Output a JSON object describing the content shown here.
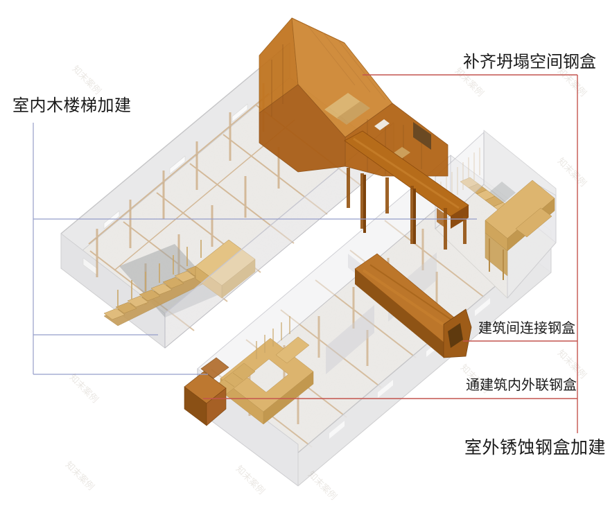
{
  "diagram": {
    "type": "axonometric-architecture-annotation",
    "annotations": {
      "interior_wood_stairs": "室内木楼梯加建",
      "collapsed_space_box": "补齐坍塌空间钢盒",
      "inter_building_box": "建筑间连接钢盒",
      "inside_outside_box": "通建筑内外联钢盒",
      "exterior_rusted_box": "室外锈蚀钢盒加建"
    },
    "colors": {
      "steel_box_orange_top": "#cd8530",
      "steel_box_orange_side": "#b06112",
      "steel_box_orange_dark": "#8e5315",
      "wood_stair_tan": "#dcb46e",
      "timber_frame": "#c49a66",
      "building_wall_gray": "#e9e9ea",
      "floor_gray": "#edebe8",
      "leader_red": "#c4544e",
      "leader_blue": "#959dc9",
      "label_text": "#1a1a1a"
    },
    "watermark": {
      "text": "知末案例"
    }
  }
}
